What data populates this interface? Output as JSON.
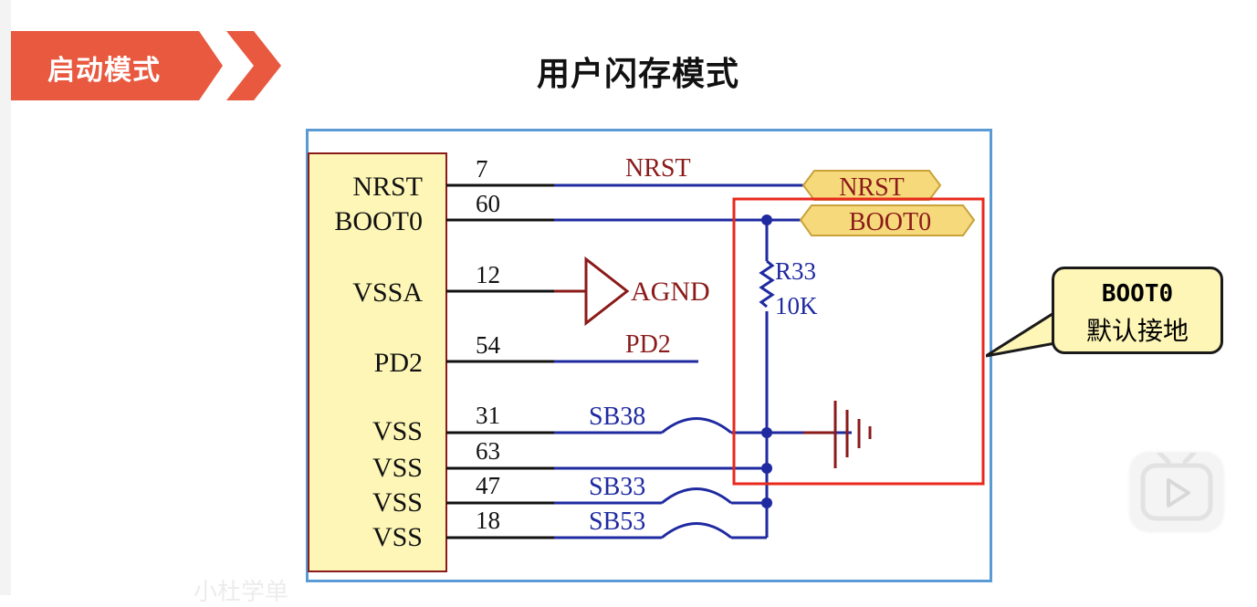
{
  "header": {
    "section_tag": "启动模式",
    "page_title": "用户闪存模式"
  },
  "schematic": {
    "pin_names": [
      "NRST",
      "BOOT0",
      "VSSA",
      "PD2",
      "VSS",
      "VSS",
      "VSS",
      "VSS"
    ],
    "pin_numbers": [
      "7",
      "60",
      "12",
      "54",
      "31",
      "63",
      "47",
      "18"
    ],
    "net_labels": [
      "NRST",
      "PD2",
      "SB38",
      "SB33",
      "SB53"
    ],
    "ports": [
      "NRST",
      "BOOT0"
    ],
    "agnd_label": "AGND",
    "resistor_ref": "R33",
    "resistor_value": "10K"
  },
  "callout": {
    "line1": "BOOT0",
    "line2": "默认接地"
  },
  "watermark": "小杜学单",
  "colors": {
    "tag_bg": "#e8593f",
    "frame_border": "#5b9bd5",
    "highlight_box": "#e8291c",
    "wire_blue": "#1f2aa0",
    "dark_red": "#8b1a1a",
    "chip_fill": "#fdf6b6",
    "port_fill": "#f5d97a",
    "callout_bg": "#fdf6b6"
  },
  "icons": [
    "resistor-icon",
    "ground-icon",
    "agnd-triangle-icon",
    "play-icon"
  ]
}
